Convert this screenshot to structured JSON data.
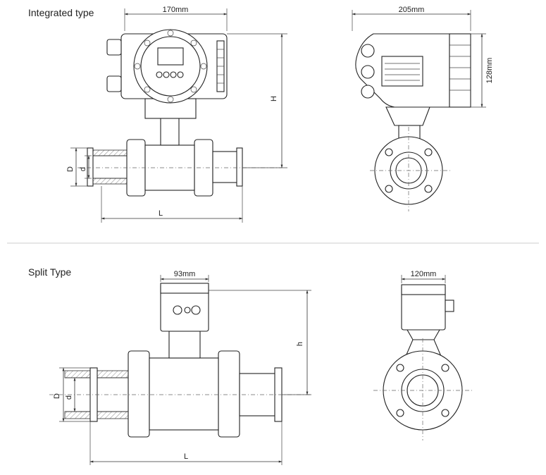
{
  "sections": {
    "integrated": {
      "title": "Integrated type",
      "dims": {
        "width_front": "170mm",
        "width_side": "205mm",
        "height_side": "128mm",
        "H": "H",
        "D": "D",
        "d": "d",
        "L": "L"
      }
    },
    "split": {
      "title": "Split Type",
      "dims": {
        "width_front": "93mm",
        "width_side": "120mm",
        "h": "h",
        "D": "D",
        "d": "d",
        "L": "L"
      }
    }
  },
  "colors": {
    "line": "#333333",
    "background": "#ffffff",
    "divider": "#cccccc"
  }
}
